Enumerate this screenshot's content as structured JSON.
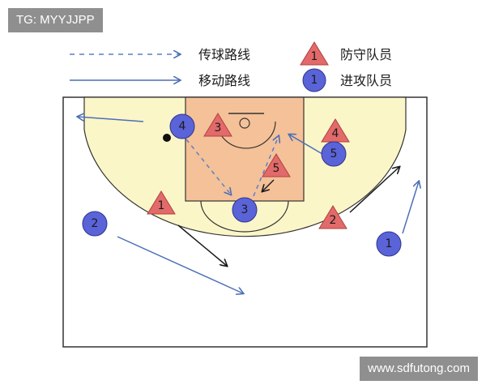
{
  "watermarks": {
    "top_left": "TG: MYYJJPP",
    "bottom_right": "www.sdfutong.com"
  },
  "legend": {
    "pass_route": "传球路线",
    "move_route": "移动路线",
    "defender": "防守队员",
    "defender_marker": "1",
    "offense": "进攻队员",
    "offense_marker": "1"
  },
  "defenders": [
    {
      "id": "defender-1",
      "label": "1"
    },
    {
      "id": "defender-2",
      "label": "2"
    },
    {
      "id": "defender-3",
      "label": "3"
    },
    {
      "id": "defender-4",
      "label": "4"
    },
    {
      "id": "defender-5",
      "label": "5"
    }
  ],
  "offense": [
    {
      "id": "offense-1",
      "label": "1"
    },
    {
      "id": "offense-2",
      "label": "2"
    },
    {
      "id": "offense-3",
      "label": "3"
    },
    {
      "id": "offense-4",
      "label": "4"
    },
    {
      "id": "offense-5",
      "label": "5"
    }
  ],
  "colors": {
    "court_fill": "#fbf6c8",
    "paint_fill": "#f4c198",
    "defender_fill": "#e36a6a",
    "offense_fill": "#5a63d8",
    "pass_line": "#5a7fc8",
    "move_line": "#4c6fb6",
    "cut_line": "#1a1a1a"
  }
}
